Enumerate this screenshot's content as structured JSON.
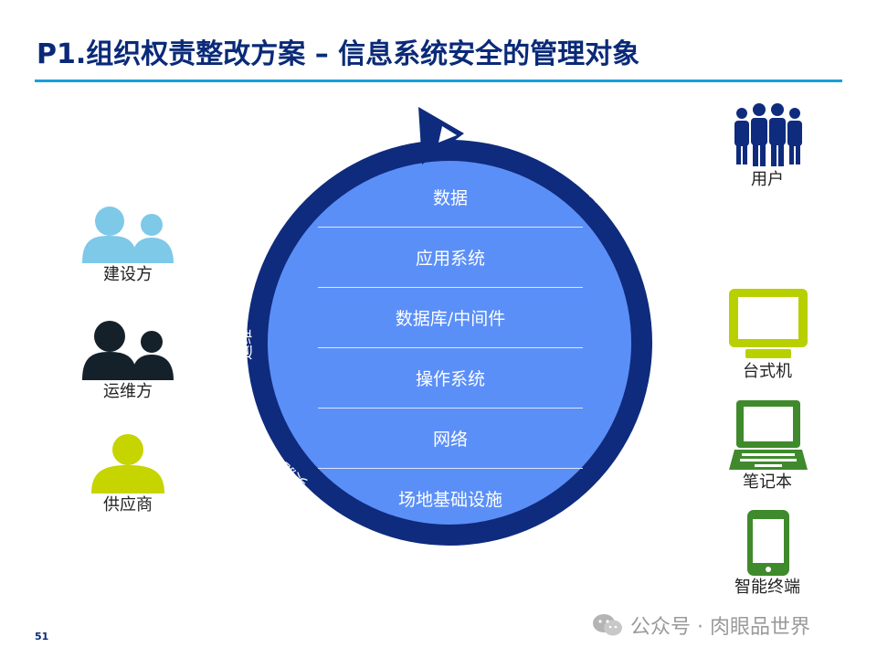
{
  "title": "P1.组织权责整改方案 – 信息系统安全的管理对象",
  "layers": [
    "数据",
    "应用系统",
    "数据库/中间件",
    "操作系统",
    "网络",
    "场地基础设施"
  ],
  "stages": {
    "lixiang": "立项",
    "dingyi": "定义",
    "sheji": "设计",
    "shishi": "实施",
    "yunwei": "运维",
    "feiqi": "废弃"
  },
  "left": {
    "builder": "建设方",
    "operator": "运维方",
    "supplier": "供应商"
  },
  "right": {
    "user": "用户",
    "desktop": "台式机",
    "laptop": "笔记本",
    "mobile": "智能终端"
  },
  "page_number": "51",
  "watermark": "公众号 · 肉眼品世界",
  "colors": {
    "ring": "#0f2b7d",
    "inner": "#5b8ff8",
    "title": "#0a2a78",
    "rule": "#1a9fdc",
    "builder_icon": "#7ec8e8",
    "operator_icon": "#14212b",
    "supplier_icon": "#c6d400",
    "desktop_icon": "#b9d000",
    "device_icon": "#3f8a2c",
    "user_icon": "#0f2b7d"
  }
}
